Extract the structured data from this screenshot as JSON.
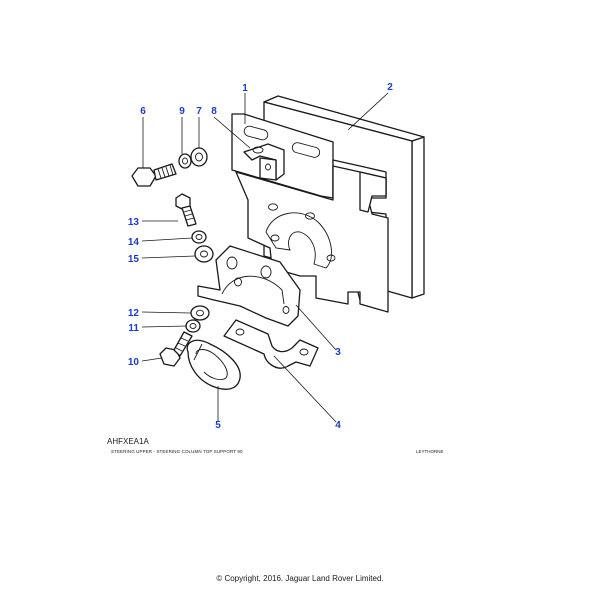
{
  "diagram": {
    "reference_code": "AHFXEA1A",
    "description": "STEERING UPPER - STEERING COLUMN TOP SUPPORT 90",
    "region_label": "LEYTHORNE",
    "copyright": "© Copyright, 2016. Jaguar Land Rover Limited.",
    "callout_color": "#1a3ccc",
    "callouts": {
      "c1": "1",
      "c2": "2",
      "c3": "3",
      "c4": "4",
      "c5": "5",
      "c6": "6",
      "c7": "7",
      "c8": "8",
      "c9": "9",
      "c10": "10",
      "c11": "11",
      "c12": "12",
      "c13": "13",
      "c14": "14",
      "c15": "15"
    }
  }
}
